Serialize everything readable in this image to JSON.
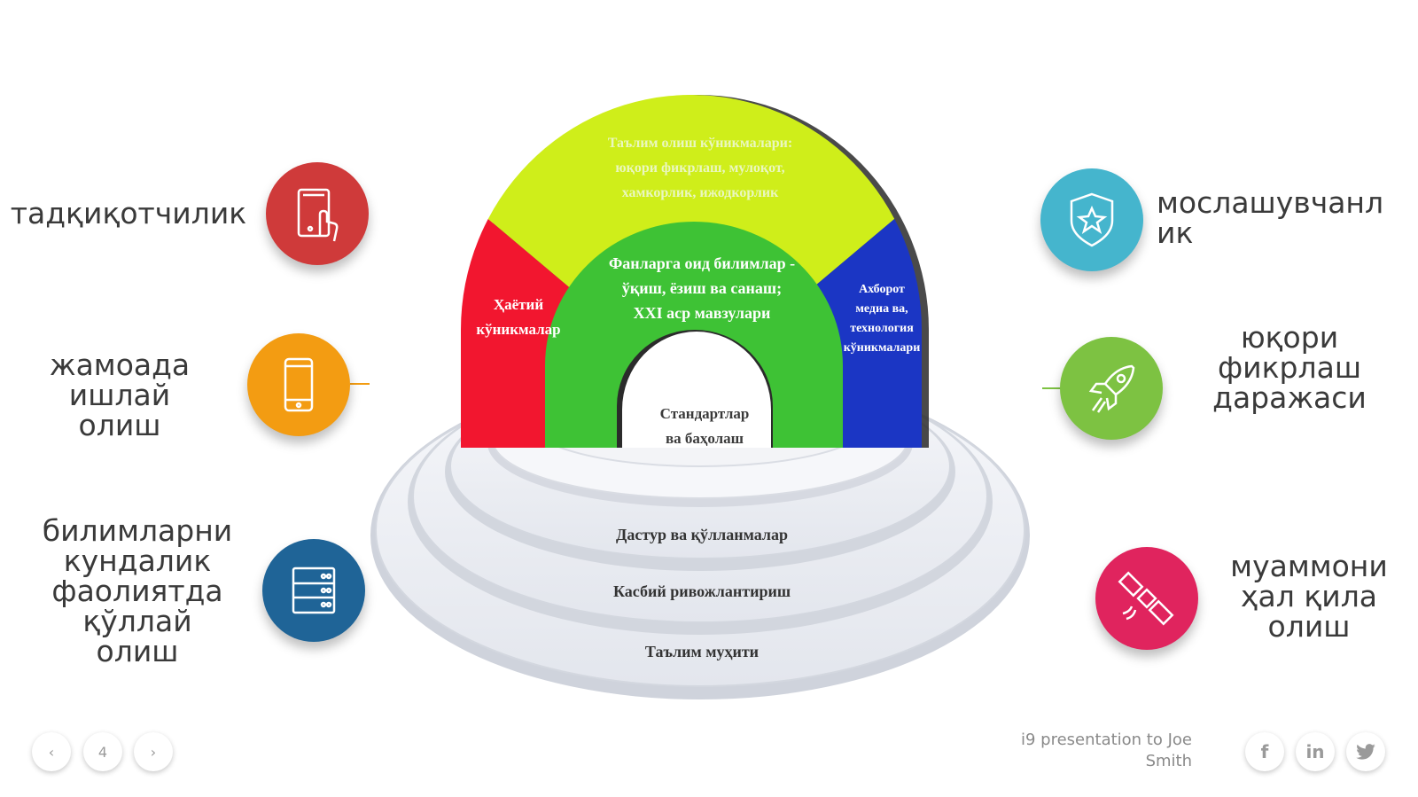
{
  "left_items": [
    {
      "label": "тадқиқотчилик",
      "color": "#cf3a3a",
      "icon": "tablet-touch-icon"
    },
    {
      "label": "жамоада\nишлай\nолиш",
      "color": "#f39c12",
      "icon": "smartphone-icon"
    },
    {
      "label": "билимларни\nкундалик\nфаолиятда\nқўллай\nолиш",
      "color": "#1f6497",
      "icon": "server-icon"
    }
  ],
  "right_items": [
    {
      "label": "мослашувчанл\nик",
      "color": "#45b5cd",
      "icon": "shield-star-icon"
    },
    {
      "label": "юқори\nфикрлаш\nдаражаси",
      "color": "#7dc242",
      "icon": "rocket-icon"
    },
    {
      "label": "муаммони\nҳал қила\nолиш",
      "color": "#e0245e",
      "icon": "satellite-icon"
    }
  ],
  "arch": {
    "outer_left": "Ҳаётий\nкўникмалар",
    "outer_top": "Таълим олиш кўникмалари:\nюқори фикрлаш, мулоқот,\nхамкорлик, ижодкорлик",
    "outer_right": "Ахборот\nмедиа ва,\nтехнология\nкўникмалари",
    "inner": "Фанларга оид билимлар -\nўқиш, ёзиш ва санаш;\nXXI аср мавзулари",
    "core": "Стандартлар\nва баҳолаш",
    "colors": {
      "red": "#f2162f",
      "yellow": "#cfee1a",
      "blue": "#1b36c4",
      "green": "#3ec235"
    }
  },
  "base_rings": [
    "Дастур ва қўлланмалар",
    "Касбий ривожлантириш",
    "Таълим муҳити"
  ],
  "footer": {
    "page_number": "4",
    "prev": "‹",
    "next": "›",
    "presentation_text": "i9 presentation to Joe Smith",
    "social": {
      "facebook": "f",
      "linkedin": "in"
    }
  }
}
